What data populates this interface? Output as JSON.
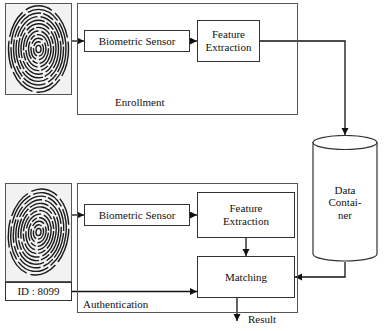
{
  "diagram": {
    "nodes": [
      {
        "text": [
          "Enrollment"
        ]
      },
      {
        "text": [
          "Biometric Sensor"
        ],
        "in": 0
      },
      {
        "text": [
          "Feature Extraction"
        ],
        "in": 0
      },
      {
        "text": [
          "Data Contai- ner"
        ]
      },
      {
        "text": [
          "Authentication"
        ]
      },
      {
        "text": [
          "Biometric Sensor"
        ],
        "in": 4
      },
      {
        "text": [
          "Feature Extraction"
        ],
        "in": 4
      },
      {
        "text": [
          "Matching"
        ],
        "in": 4
      },
      {
        "text": [
          "ID : 8099"
        ]
      }
    ],
    "edges": [
      {
        "from": 1,
        "to": 2,
        "arrow": "to"
      },
      {
        "from": 2,
        "to": 3,
        "arrow": "to"
      },
      {
        "from": 5,
        "to": 6,
        "arrow": "to"
      },
      {
        "from": 6,
        "to": 7,
        "arrow": "to"
      },
      {
        "from": 3,
        "to": 7,
        "arrow": "to"
      },
      {
        "from": 8,
        "to": 7,
        "arrow": "to"
      }
    ],
    "labels": [
      "Result"
    ]
  }
}
